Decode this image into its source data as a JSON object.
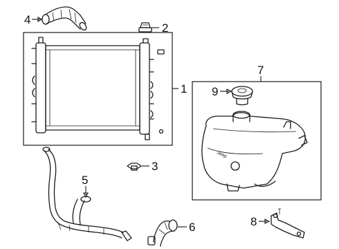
{
  "callouts": {
    "c1": "1",
    "c2": "2",
    "c3": "3",
    "c4": "4",
    "c5": "5",
    "c6": "6",
    "c7": "7",
    "c8": "8",
    "c9": "9"
  },
  "parts": [
    {
      "callout": "1",
      "icon": "radiator"
    },
    {
      "callout": "2",
      "icon": "radiator-mount-bushing"
    },
    {
      "callout": "3",
      "icon": "clip"
    },
    {
      "callout": "4",
      "icon": "upper-hose"
    },
    {
      "callout": "5",
      "icon": "lower-hose"
    },
    {
      "callout": "6",
      "icon": "outlet-hose"
    },
    {
      "callout": "7",
      "icon": "coolant-reservoir-assembly"
    },
    {
      "callout": "8",
      "icon": "reservoir-bracket"
    },
    {
      "callout": "9",
      "icon": "reservoir-cap"
    }
  ],
  "tank_marking": "Jeep"
}
